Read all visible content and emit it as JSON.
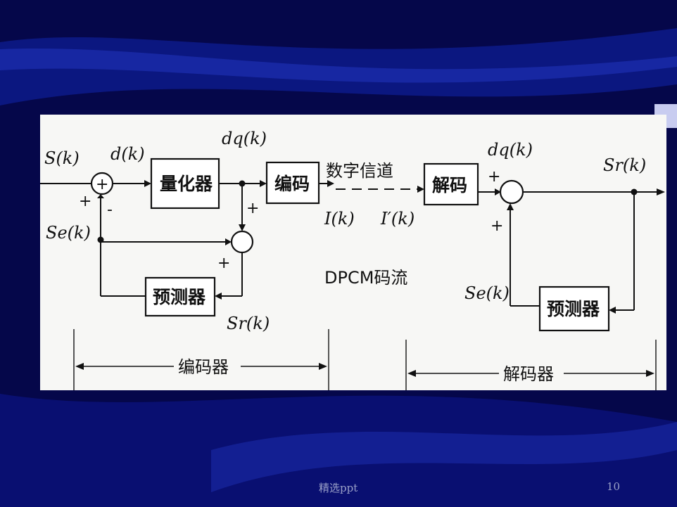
{
  "slide": {
    "footer_text": "精选ppt",
    "page_number": "10"
  },
  "diagram": {
    "signals": {
      "input": "S(k)",
      "difference": "d(k)",
      "quantized_diff_enc": "dq(k)",
      "quantized_diff_dec": "dq(k)",
      "predicted_enc": "Se(k)",
      "predicted_dec": "Se(k)",
      "recon_enc": "Sr(k)",
      "output": "Sr(k)",
      "code_out": "I(k)",
      "code_in": "I′(k)"
    },
    "blocks": {
      "quantizer": "量化器",
      "encoder": "编码",
      "decoder": "解码",
      "predictor_enc": "预测器",
      "predictor_dec": "预测器"
    },
    "labels": {
      "channel": "数字信道",
      "stream": "DPCM码流",
      "encoder_section": "编码器",
      "decoder_section": "解码器"
    },
    "signs": {
      "plus": "+",
      "minus": "-"
    }
  }
}
